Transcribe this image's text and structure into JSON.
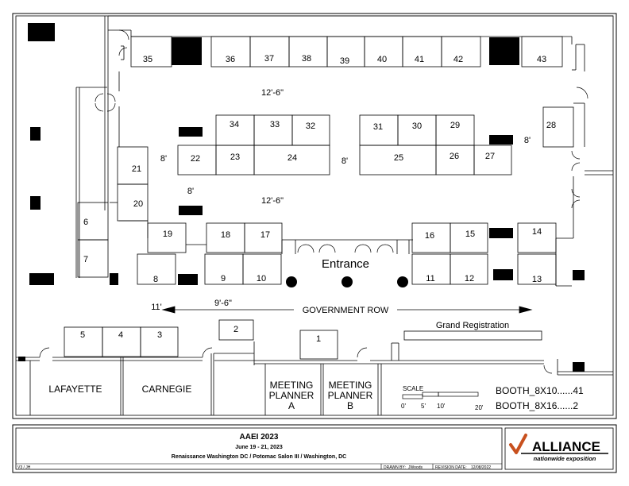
{
  "booths": [
    {
      "id": "35",
      "label": "35"
    },
    {
      "id": "36",
      "label": "36"
    },
    {
      "id": "37",
      "label": "37"
    },
    {
      "id": "38",
      "label": "38"
    },
    {
      "id": "39",
      "label": "39"
    },
    {
      "id": "40",
      "label": "40"
    },
    {
      "id": "41",
      "label": "41"
    },
    {
      "id": "42",
      "label": "42"
    },
    {
      "id": "43",
      "label": "43"
    },
    {
      "id": "34",
      "label": "34"
    },
    {
      "id": "33",
      "label": "33"
    },
    {
      "id": "32",
      "label": "32"
    },
    {
      "id": "22",
      "label": "22"
    },
    {
      "id": "23",
      "label": "23"
    },
    {
      "id": "24",
      "label": "24"
    },
    {
      "id": "31",
      "label": "31"
    },
    {
      "id": "30",
      "label": "30"
    },
    {
      "id": "29",
      "label": "29"
    },
    {
      "id": "25",
      "label": "25"
    },
    {
      "id": "26",
      "label": "26"
    },
    {
      "id": "27",
      "label": "27"
    },
    {
      "id": "28",
      "label": "28"
    },
    {
      "id": "21",
      "label": "21"
    },
    {
      "id": "20",
      "label": "20"
    },
    {
      "id": "6",
      "label": "6"
    },
    {
      "id": "7",
      "label": "7"
    },
    {
      "id": "19",
      "label": "19"
    },
    {
      "id": "18",
      "label": "18"
    },
    {
      "id": "17",
      "label": "17"
    },
    {
      "id": "16",
      "label": "16"
    },
    {
      "id": "15",
      "label": "15"
    },
    {
      "id": "14",
      "label": "14"
    },
    {
      "id": "8",
      "label": "8"
    },
    {
      "id": "9",
      "label": "9"
    },
    {
      "id": "10",
      "label": "10"
    },
    {
      "id": "11",
      "label": "11"
    },
    {
      "id": "12",
      "label": "12"
    },
    {
      "id": "13",
      "label": "13"
    },
    {
      "id": "5",
      "label": "5"
    },
    {
      "id": "4",
      "label": "4"
    },
    {
      "id": "3",
      "label": "3"
    },
    {
      "id": "2",
      "label": "2"
    },
    {
      "id": "1",
      "label": "1"
    }
  ],
  "aisle_labels": {
    "top_aisle": "12'-6\"",
    "mid_aisle": "12'-6\"",
    "gap_left": "8'",
    "gap_center": "8'",
    "gap_right": "8'",
    "gap_lower_left": "8'",
    "row_width": "11'",
    "row_depth": "9'-6\""
  },
  "entrance_label": "Entrance",
  "row_name": "GOVERNMENT ROW",
  "registration_label": "Grand Registration",
  "rooms": {
    "lafayette": "LAFAYETTE",
    "carnegie": "CARNEGIE",
    "meeting_a": [
      "MEETING",
      "PLANNER",
      "A"
    ],
    "meeting_b": [
      "MEETING",
      "PLANNER",
      "B"
    ]
  },
  "scale": {
    "title": "SCALE",
    "ticks": [
      "0'",
      "5'",
      "10'",
      "20'"
    ]
  },
  "booth_legend": [
    "BOOTH_8X10......41",
    "BOOTH_8X16......2"
  ],
  "title_block": {
    "title": "AAEI 2023",
    "dates": "June 19 - 21, 2023",
    "venue": "Renaissance Washington DC / Potomac Salon III / Washington, DC",
    "version": "V3 / JH",
    "drawn_by_label": "DRAWN BY:",
    "drawn_by": "JWoods",
    "revision_label": "REVISION DATE:",
    "revision_date": "12/08/2022",
    "logo_text": "ALLIANCE",
    "logo_sub": "nationwide exposition"
  },
  "colors": {
    "ink": "#000000",
    "logo_check": "#c8501e"
  }
}
